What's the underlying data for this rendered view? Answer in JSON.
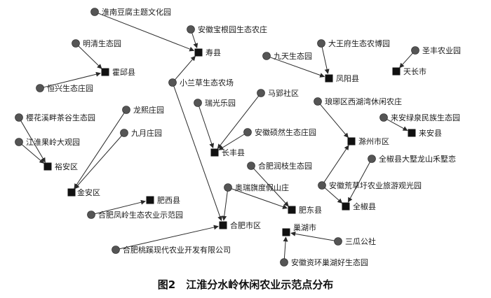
{
  "caption": "图2　江淮分水岭休闲农业示范点分布",
  "colors": {
    "stroke": "#2a2a2a",
    "site": "#555555",
    "county": "#111111",
    "text": "#1a1a1a"
  },
  "legend_shapes": {
    "site": "circle",
    "county": "square"
  },
  "nodes": [
    {
      "id": "s01",
      "type": "site",
      "label": "淮南豆腐主题文化园"
    },
    {
      "id": "s02",
      "type": "site",
      "label": "安徽宝根园生态农庄"
    },
    {
      "id": "c01",
      "type": "county",
      "label": "寿县"
    },
    {
      "id": "s03",
      "type": "site",
      "label": "明清生态园"
    },
    {
      "id": "c02",
      "type": "county",
      "label": "霍邱县"
    },
    {
      "id": "s04",
      "type": "site",
      "label": "恒兴生态庄园"
    },
    {
      "id": "s05",
      "type": "site",
      "label": "小兰草生态农场"
    },
    {
      "id": "s06",
      "type": "site",
      "label": "大王府生态农博园"
    },
    {
      "id": "s07",
      "type": "site",
      "label": "九天生态园"
    },
    {
      "id": "c03",
      "type": "county",
      "label": "凤阳县"
    },
    {
      "id": "s08",
      "type": "site",
      "label": "圣丰农业园"
    },
    {
      "id": "c04",
      "type": "county",
      "label": "天长市"
    },
    {
      "id": "s09",
      "type": "site",
      "label": "瑞光乐园"
    },
    {
      "id": "s10",
      "type": "site",
      "label": "马郢社区"
    },
    {
      "id": "s11",
      "type": "site",
      "label": "琅琊区西湖湾休闲农庄"
    },
    {
      "id": "s12",
      "type": "site",
      "label": "来安绿泉民族生态园"
    },
    {
      "id": "c05",
      "type": "county",
      "label": "来安县"
    },
    {
      "id": "s13",
      "type": "site",
      "label": "樱花溪畔茶谷生态园"
    },
    {
      "id": "s14",
      "type": "site",
      "label": "龙熙庄园"
    },
    {
      "id": "s15",
      "type": "site",
      "label": "安徽硕然生态庄园"
    },
    {
      "id": "c06",
      "type": "county",
      "label": "长丰县"
    },
    {
      "id": "c07",
      "type": "county",
      "label": "滁州市区"
    },
    {
      "id": "s16",
      "type": "site",
      "label": "江淮果岭大观园"
    },
    {
      "id": "c08",
      "type": "county",
      "label": "裕安区"
    },
    {
      "id": "s17",
      "type": "site",
      "label": "九月庄园"
    },
    {
      "id": "s18",
      "type": "site",
      "label": "全椒县大墅龙山禾墅恋"
    },
    {
      "id": "s19",
      "type": "site",
      "label": "合肥润枝生态园"
    },
    {
      "id": "s20",
      "type": "site",
      "label": "奥瑞旗度假山庄"
    },
    {
      "id": "s21",
      "type": "site",
      "label": "安徽荒草圩农业旅游观光园"
    },
    {
      "id": "c09",
      "type": "county",
      "label": "金安区"
    },
    {
      "id": "c10",
      "type": "county",
      "label": "肥西县"
    },
    {
      "id": "c11",
      "type": "county",
      "label": "肥东县"
    },
    {
      "id": "c12",
      "type": "county",
      "label": "全椒县"
    },
    {
      "id": "s22",
      "type": "site",
      "label": "合肥凤岭生态农业示范园"
    },
    {
      "id": "c13",
      "type": "county",
      "label": "合肥市区"
    },
    {
      "id": "c14",
      "type": "county",
      "label": "巢湖市"
    },
    {
      "id": "s23",
      "type": "site",
      "label": "三瓜公社"
    },
    {
      "id": "s24",
      "type": "site",
      "label": "合肥桃蹊现代农业开发有限公司"
    },
    {
      "id": "s25",
      "type": "site",
      "label": "安徽资环巢湖好生态园"
    }
  ],
  "edges": [
    [
      "s01",
      "c01"
    ],
    [
      "s02",
      "c01"
    ],
    [
      "s05",
      "c01"
    ],
    [
      "s05",
      "c13"
    ],
    [
      "s03",
      "c02"
    ],
    [
      "s04",
      "c02"
    ],
    [
      "s07",
      "c03"
    ],
    [
      "s06",
      "c03"
    ],
    [
      "s08",
      "c04"
    ],
    [
      "s09",
      "c06"
    ],
    [
      "s10",
      "c06"
    ],
    [
      "s15",
      "c06"
    ],
    [
      "s11",
      "c07"
    ],
    [
      "s21",
      "c07"
    ],
    [
      "s13",
      "c08"
    ],
    [
      "s16",
      "c08"
    ],
    [
      "s12",
      "c05"
    ],
    [
      "s14",
      "c09"
    ],
    [
      "s17",
      "c09"
    ],
    [
      "s18",
      "c12"
    ],
    [
      "s21",
      "c12"
    ],
    [
      "s19",
      "c11"
    ],
    [
      "s20",
      "c11"
    ],
    [
      "s22",
      "c10"
    ],
    [
      "s24",
      "c13"
    ],
    [
      "s20",
      "c13"
    ],
    [
      "s23",
      "c14"
    ],
    [
      "s25",
      "c14"
    ]
  ]
}
